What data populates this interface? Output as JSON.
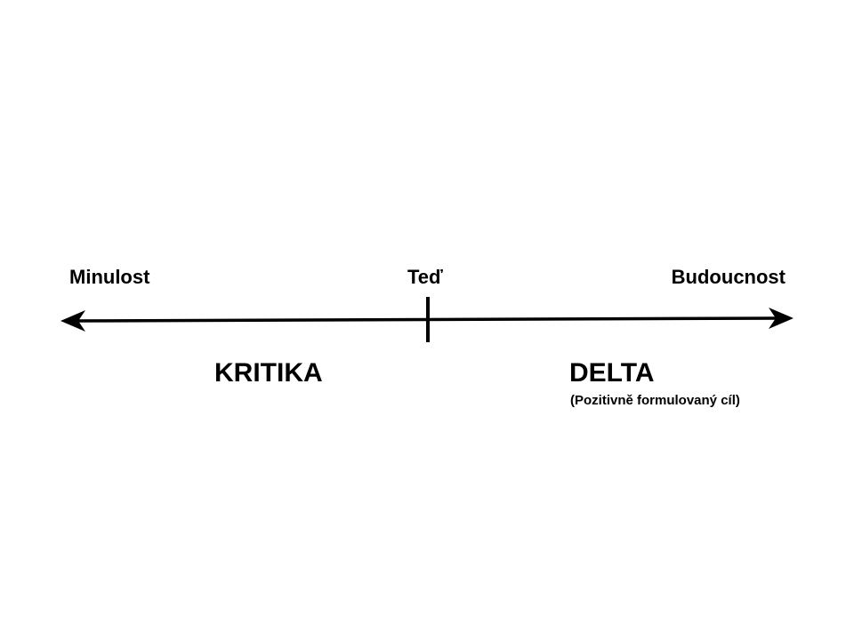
{
  "timeline": {
    "past_label": "Minulost",
    "now_label": "Teď",
    "future_label": "Budoucnost"
  },
  "sections": {
    "left_label": "KRITIKA",
    "right_label": "DELTA",
    "right_sublabel": "(Pozitivně formulovaný cíl)"
  },
  "colors": {
    "line": "#000000",
    "text": "#000000",
    "background": "#ffffff"
  }
}
